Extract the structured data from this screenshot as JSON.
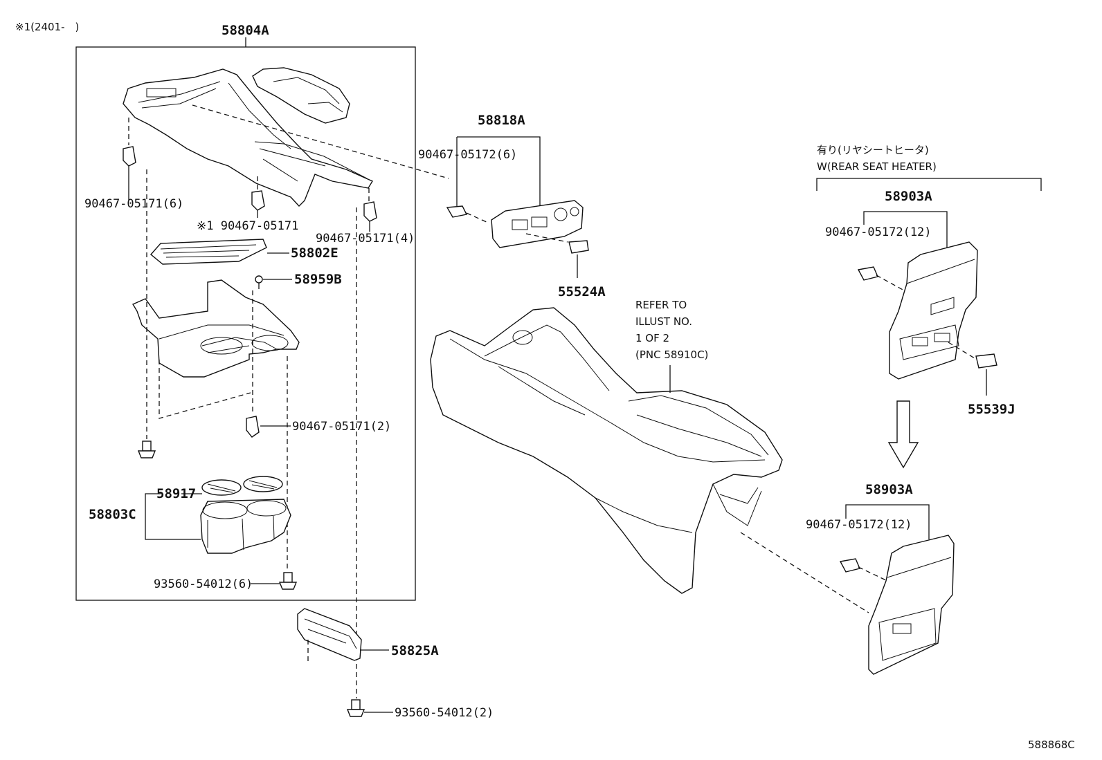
{
  "diagram": {
    "top_note": "※1(2401-　)",
    "footer_code": "588868C",
    "labels": {
      "p58804A": "58804A",
      "p58818A": "58818A",
      "clip_90467_05172_6": "90467-05172(6)",
      "clip_90467_05171_6": "90467-05171(6)",
      "clip_90467_05171_note": "※1 90467-05171",
      "clip_90467_05171_4": "90467-05171(4)",
      "p58802E": "58802E",
      "p58959B": "58959B",
      "p55524A": "55524A",
      "clip_90467_05171_2": "90467-05171(2)",
      "p58917": "58917",
      "p58803C": "58803C",
      "screw_93560_54012_6": "93560-54012(6)",
      "p58825A": "58825A",
      "screw_93560_54012_2": "93560-54012(2)",
      "p58903A_top": "58903A",
      "clip_90467_05172_12_top": "90467-05172(12)",
      "p55539J": "55539J",
      "p58903A_bottom": "58903A",
      "clip_90467_05172_12_bottom": "90467-05172(12)"
    },
    "refer_note": [
      "REFER TO",
      "ILLUST NO.",
      "1 OF 2",
      "(PNC 58910C)"
    ],
    "heater_note": [
      "有り(リヤシートヒータ)",
      "W(REAR SEAT HEATER)"
    ]
  }
}
